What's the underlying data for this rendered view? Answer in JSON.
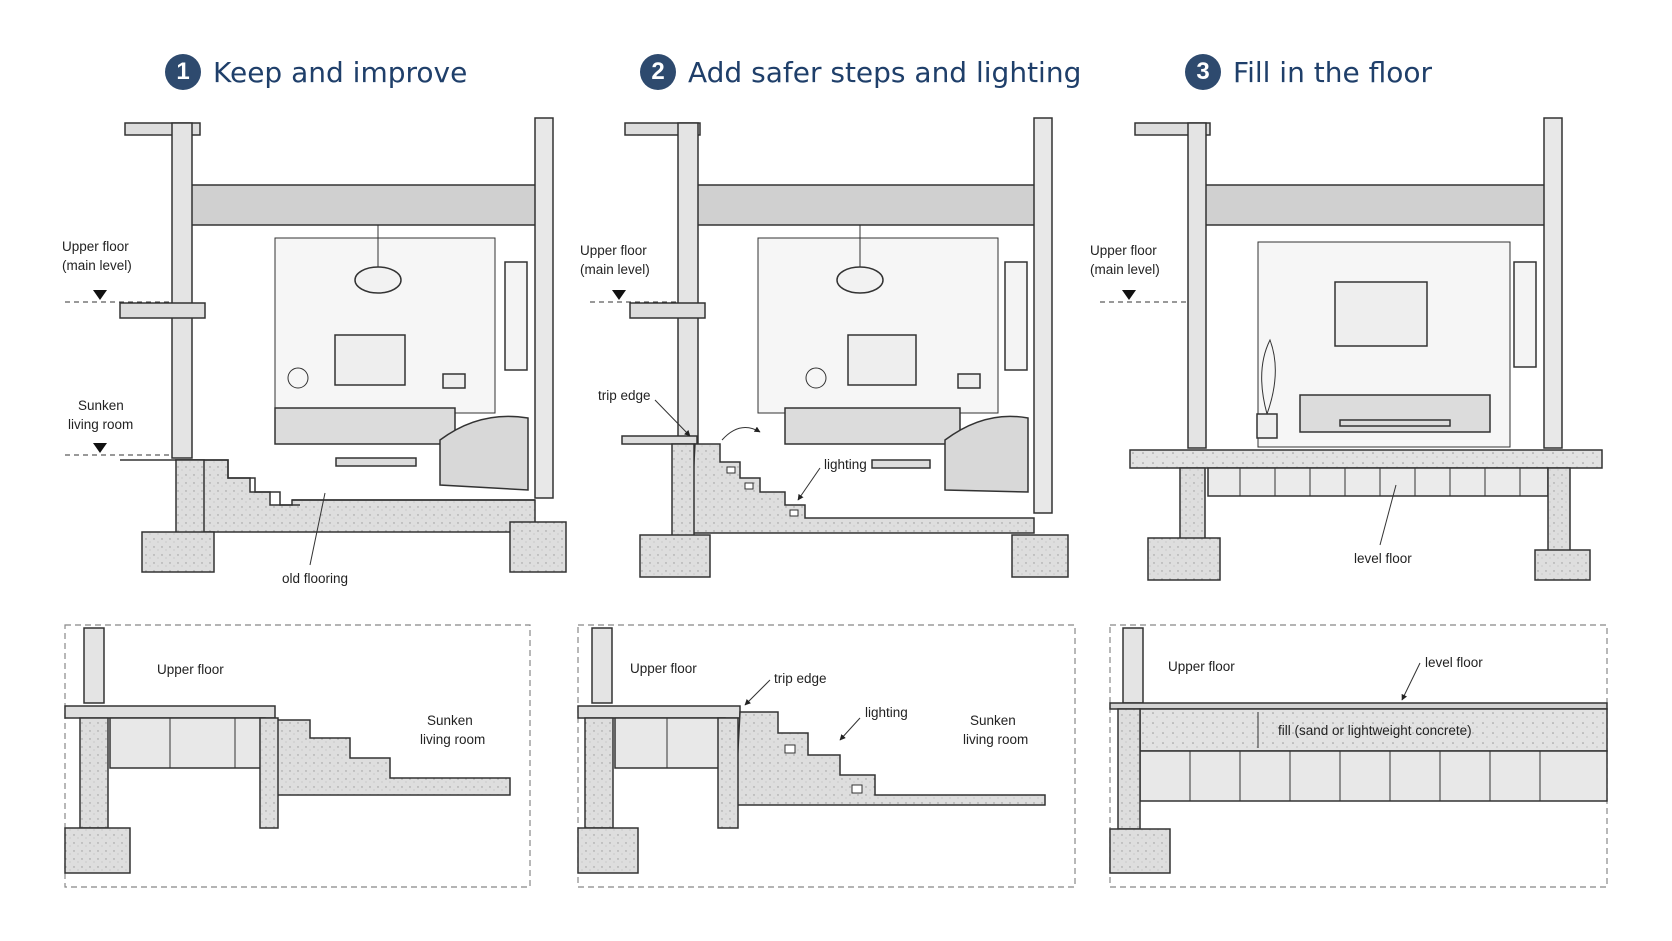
{
  "options": [
    {
      "number": "1",
      "title": "Keep and improve"
    },
    {
      "number": "2",
      "title": "Add safer steps and lighting"
    },
    {
      "number": "3",
      "title": "Fill in the floor"
    }
  ],
  "labels": {
    "upper_floor_main_1": "Upper floor",
    "upper_floor_main_2": "(main level)",
    "sunken_1": "Sunken",
    "sunken_2": "living room",
    "old_flooring": "old flooring",
    "trip_edge": "trip edge",
    "lighting": "lighting",
    "level_floor": "level floor",
    "upper_floor": "Upper floor",
    "fill": "fill (sand or lightweight concrete)"
  },
  "colors": {
    "heading": "#1f3f6a",
    "badge": "#2e4a6e",
    "line": "#333333",
    "concrete": "#d4d4d4",
    "dashed": "#888888"
  }
}
